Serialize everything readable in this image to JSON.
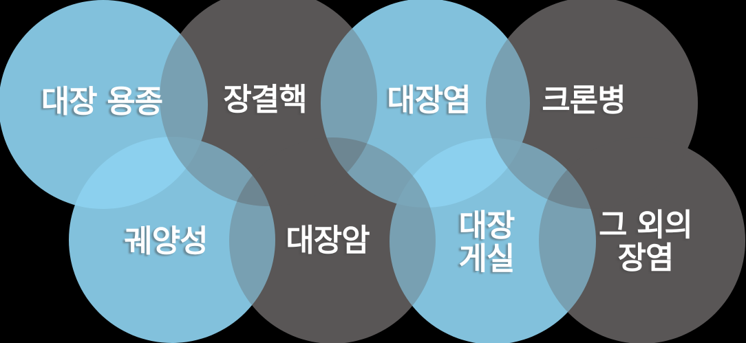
{
  "diagram": {
    "type": "overlapping-circles",
    "circles": [
      {
        "id": "colon-polyp",
        "label": "대장 용종",
        "color": "blue",
        "row": "top"
      },
      {
        "id": "intestinal-tuberculosis",
        "label": "장결핵",
        "color": "gray",
        "row": "top"
      },
      {
        "id": "colitis",
        "label": "대장염",
        "color": "blue",
        "row": "top"
      },
      {
        "id": "crohns-disease",
        "label": "크론병",
        "color": "gray",
        "row": "top"
      },
      {
        "id": "ulcerative",
        "label": "궤양성",
        "color": "blue",
        "row": "bottom"
      },
      {
        "id": "colon-cancer",
        "label": "대장암",
        "color": "gray",
        "row": "bottom"
      },
      {
        "id": "colon-diverticulum",
        "label": "대장\n게실",
        "color": "blue",
        "row": "bottom"
      },
      {
        "id": "other-enteritis",
        "label": "그 외의\n장염",
        "color": "gray",
        "row": "bottom"
      }
    ],
    "colors": {
      "background": "#000000",
      "blue_circle": "#82C0DC",
      "gray_circle": "#595757",
      "blue_gray_overlap": "#78A0B2",
      "blue_blue_overlap": "#8CCFE7",
      "label_text": "#FFFFFF"
    }
  }
}
